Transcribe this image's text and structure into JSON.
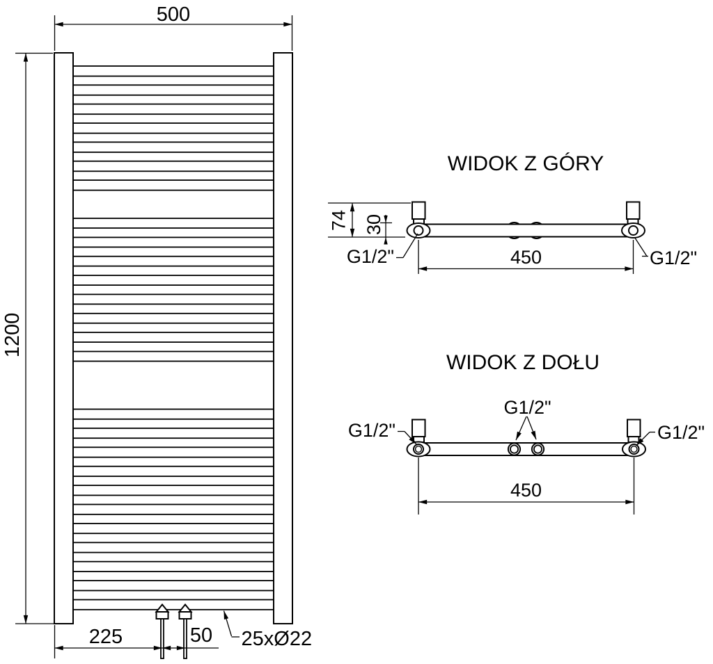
{
  "front_view": {
    "width_label": "500",
    "height_label": "1200",
    "valve_offset_label": "225",
    "valve_spacing_label": "50",
    "tube_spec_label": "25xØ22"
  },
  "top_view": {
    "title": "WIDOK Z GÓRY",
    "depth_label": "74",
    "axis_offset_label": "30",
    "connection_spacing_label": "450",
    "thread_left": "G1/2\"",
    "thread_right": "G1/2\""
  },
  "bottom_view": {
    "title": "WIDOK Z DOŁU",
    "connection_spacing_label": "450",
    "thread_left": "G1/2\"",
    "thread_center": "G1/2\"",
    "thread_right": "G1/2\""
  }
}
